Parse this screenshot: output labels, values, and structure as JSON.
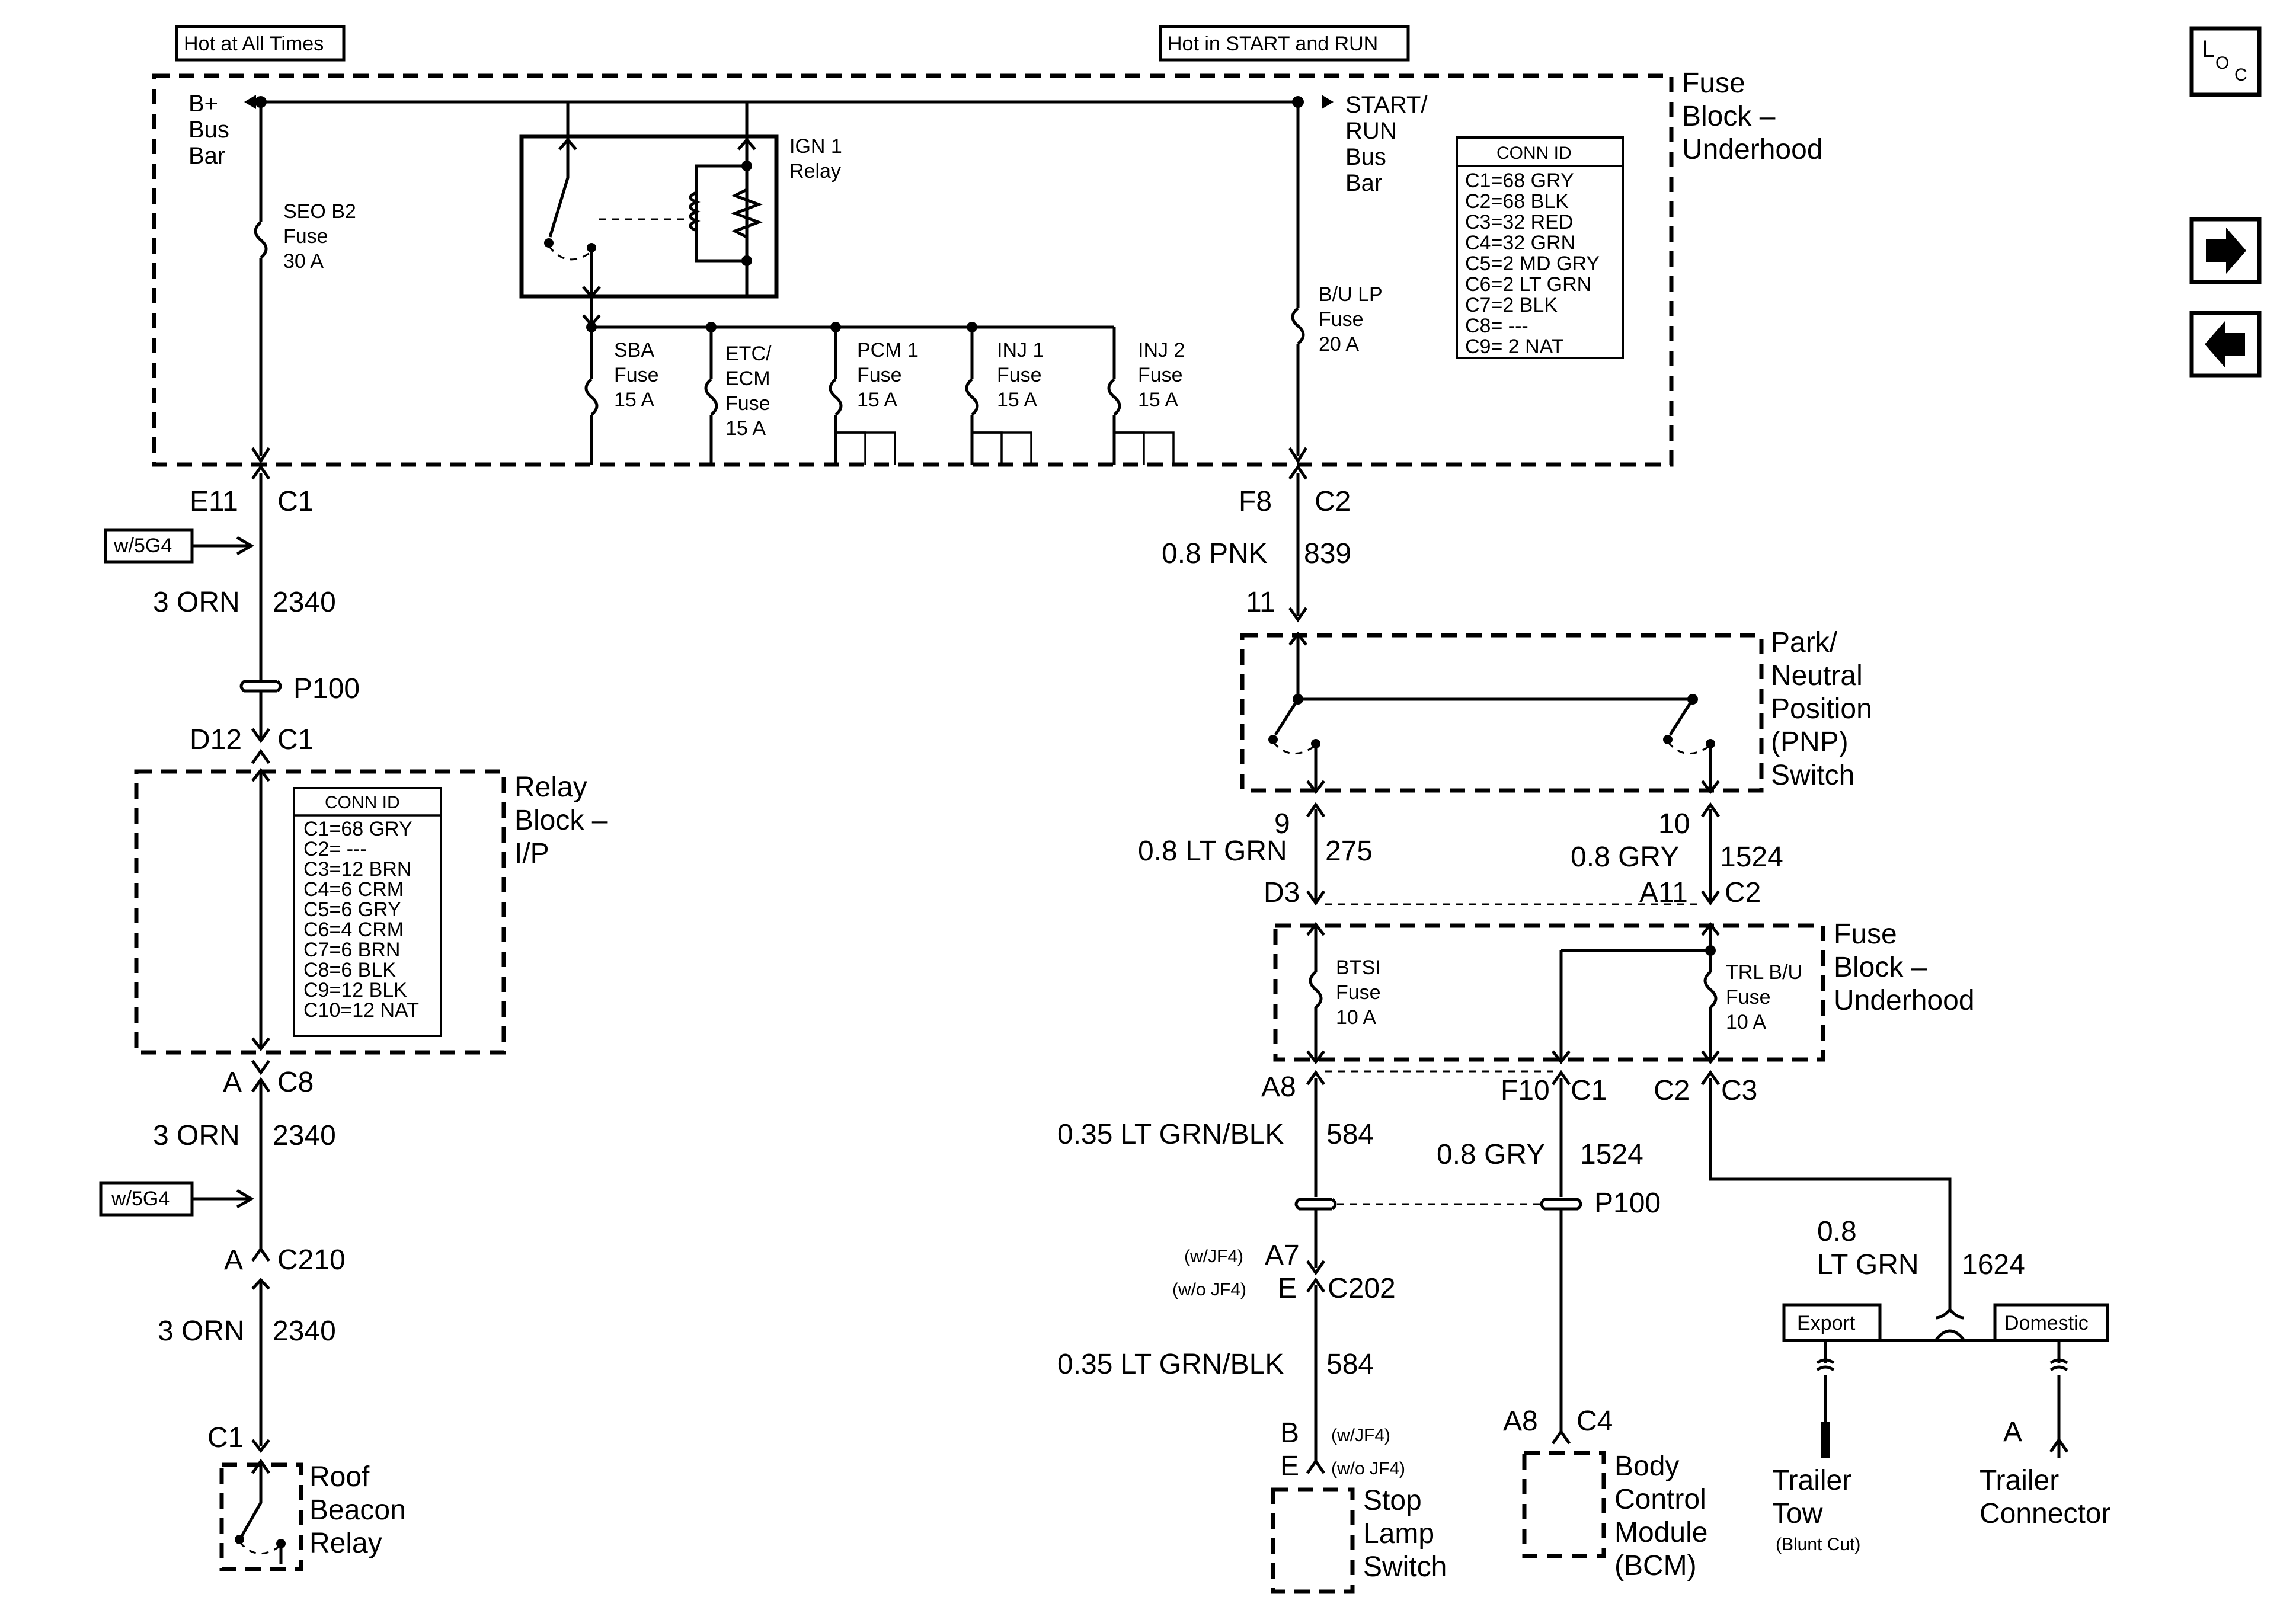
{
  "headers": {
    "hot_all": "Hot at All Times",
    "hot_run": "Hot in START and RUN"
  },
  "fuse_block_top": {
    "title": [
      "Fuse",
      "Block –",
      "Underhood"
    ],
    "b_plus": [
      "B+",
      "Bus",
      "Bar"
    ],
    "start_run": [
      "START/",
      "RUN",
      "Bus",
      "Bar"
    ],
    "seo": [
      "SEO B2",
      "Fuse",
      "30 A"
    ],
    "ign": [
      "IGN 1",
      "Relay"
    ],
    "bu_lp": [
      "B/U LP",
      "Fuse",
      "20 A"
    ],
    "fuses": [
      {
        "lines": [
          "SBA",
          "Fuse",
          "15 A"
        ]
      },
      {
        "lines": [
          "ETC/",
          "ECM",
          "Fuse",
          "15 A"
        ]
      },
      {
        "lines": [
          "PCM 1",
          "Fuse",
          "15 A"
        ]
      },
      {
        "lines": [
          "INJ 1",
          "Fuse",
          "15 A"
        ]
      },
      {
        "lines": [
          "INJ 2",
          "Fuse",
          "15 A"
        ]
      }
    ],
    "conn_title": "CONN ID",
    "conn": [
      "C1=68 GRY",
      "C2=68 BLK",
      "C3=32 RED",
      "C4=32 GRN",
      "C5=2 MD GRY",
      "C6=2 LT GRN",
      "C7=2 BLK",
      "C8= ---",
      "C9= 2 NAT"
    ]
  },
  "left": {
    "e11": "E11",
    "c1a": "C1",
    "w5g4": "w/5G4",
    "wire1_gauge": "3 ORN",
    "wire1_circuit": "2340",
    "p100": "P100",
    "d12": "D12",
    "c1b": "C1",
    "relay_block": [
      "Relay",
      "Block –",
      "I/P"
    ],
    "conn_title": "CONN ID",
    "conn": [
      "C1=68 GRY",
      "C2= ---",
      "C3=12 BRN",
      "C4=6 CRM",
      "C5=6 GRY",
      "C6=4 CRM",
      "C7=6 BRN",
      "C8=6 BLK",
      "C9=12 BLK",
      "C10=12 NAT"
    ],
    "a1": "A",
    "c8": "C8",
    "wire2_gauge": "3 ORN",
    "wire2_circuit": "2340",
    "a2": "A",
    "c210": "C210",
    "wire3_gauge": "3 ORN",
    "wire3_circuit": "2340",
    "c1c": "C1",
    "roof": [
      "Roof",
      "Beacon",
      "Relay"
    ]
  },
  "right": {
    "f8": "F8",
    "c2": "C2",
    "wire_pnk": "0.8 PNK",
    "c839": "839",
    "p11": "11",
    "pnp": [
      "Park/",
      "Neutral",
      "Position",
      "(PNP)",
      "Switch"
    ],
    "p9": "9",
    "p10": "10",
    "ltgrn": "0.8 LT GRN",
    "c275": "275",
    "gry": "0.8 GRY",
    "c1524a": "1524",
    "d3": "D3",
    "a11": "A11",
    "c2b": "C2",
    "fuse_block": [
      "Fuse",
      "Block –",
      "Underhood"
    ],
    "btsi": [
      "BTSI",
      "Fuse",
      "10 A"
    ],
    "trl": [
      "TRL B/U",
      "Fuse",
      "10 A"
    ],
    "a8": "A8",
    "f10": "F10",
    "c1": "C1",
    "c2c": "C2",
    "c3": "C3",
    "w584a": "0.35 LT GRN/BLK",
    "c584a": "584",
    "gry2": "0.8 GRY",
    "c1524b": "1524",
    "p100": "P100",
    "ltgrn2a": "0.8",
    "ltgrn2b": "LT GRN",
    "c1624": "1624",
    "wjf4a": "(w/JF4)",
    "a7": "A7",
    "wojf4a": "(w/o JF4)",
    "e1": "E",
    "c202": "C202",
    "w584b": "0.35 LT GRN/BLK",
    "c584b": "584",
    "b": "B",
    "e2": "E",
    "wjf4b": "(w/JF4)",
    "wojf4b": "(w/o JF4)",
    "stop": [
      "Stop",
      "Lamp",
      "Switch"
    ],
    "a8b": "A8",
    "c4": "C4",
    "bcm": [
      "Body",
      "Control",
      "Module",
      "(BCM)"
    ],
    "export": "Export",
    "domestic": "Domestic",
    "trailer_tow": [
      "Trailer",
      "Tow"
    ],
    "blunt": "(Blunt Cut)",
    "a_conn": "A",
    "trailer_conn": [
      "Trailer",
      "Connector"
    ]
  },
  "nav": {
    "loc": [
      "L",
      "O",
      "C"
    ]
  }
}
